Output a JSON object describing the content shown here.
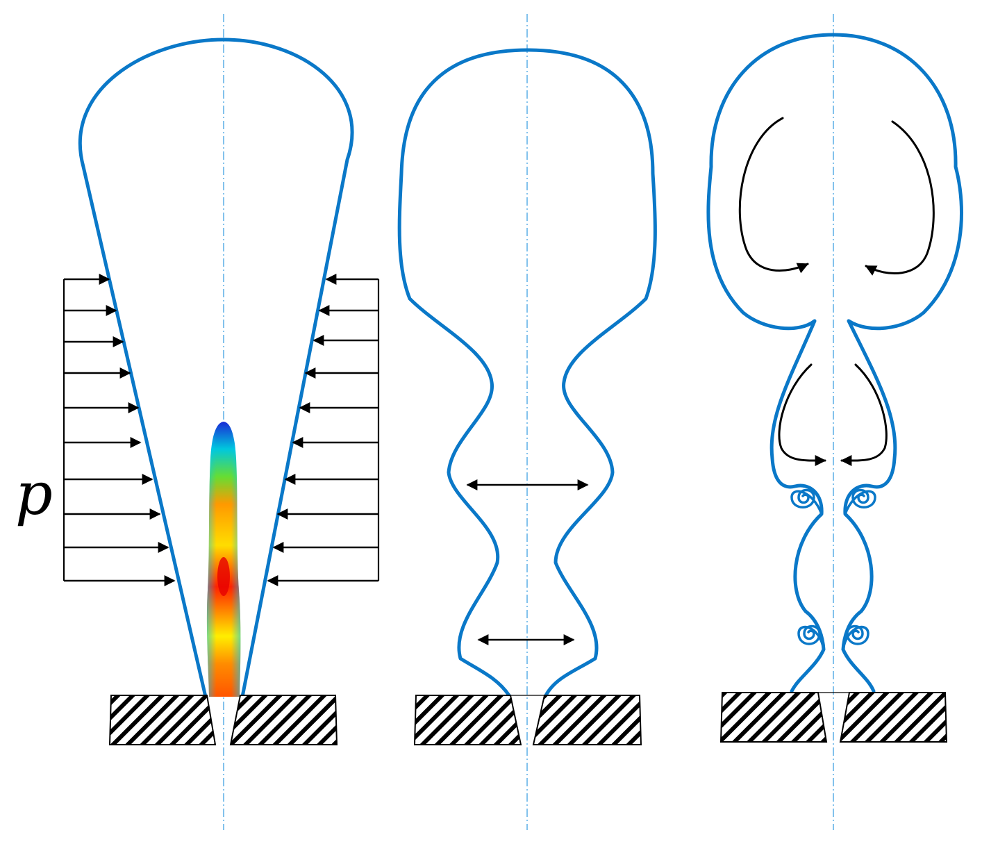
{
  "pressure_label": "p",
  "colors": {
    "outline": "#0a78c8",
    "axis": "#5aaee6",
    "arrows": "#000000",
    "core_jet_gradient": [
      "#ff3300",
      "#ff8800",
      "#ffee00",
      "#44dd33",
      "#00bbdd",
      "#2233dd"
    ]
  },
  "panels": [
    {
      "id": "panel-1",
      "features": [
        "conical-jet-outline",
        "pressure-arrows",
        "liquid-core-gradient",
        "nozzle"
      ]
    },
    {
      "id": "panel-2",
      "features": [
        "wavy-jet-outline",
        "double-headed-arrows",
        "nozzle"
      ]
    },
    {
      "id": "panel-3",
      "features": [
        "mushroom-jet-outline",
        "recirculation-curls",
        "roll-up-vortices",
        "nozzle"
      ]
    }
  ]
}
